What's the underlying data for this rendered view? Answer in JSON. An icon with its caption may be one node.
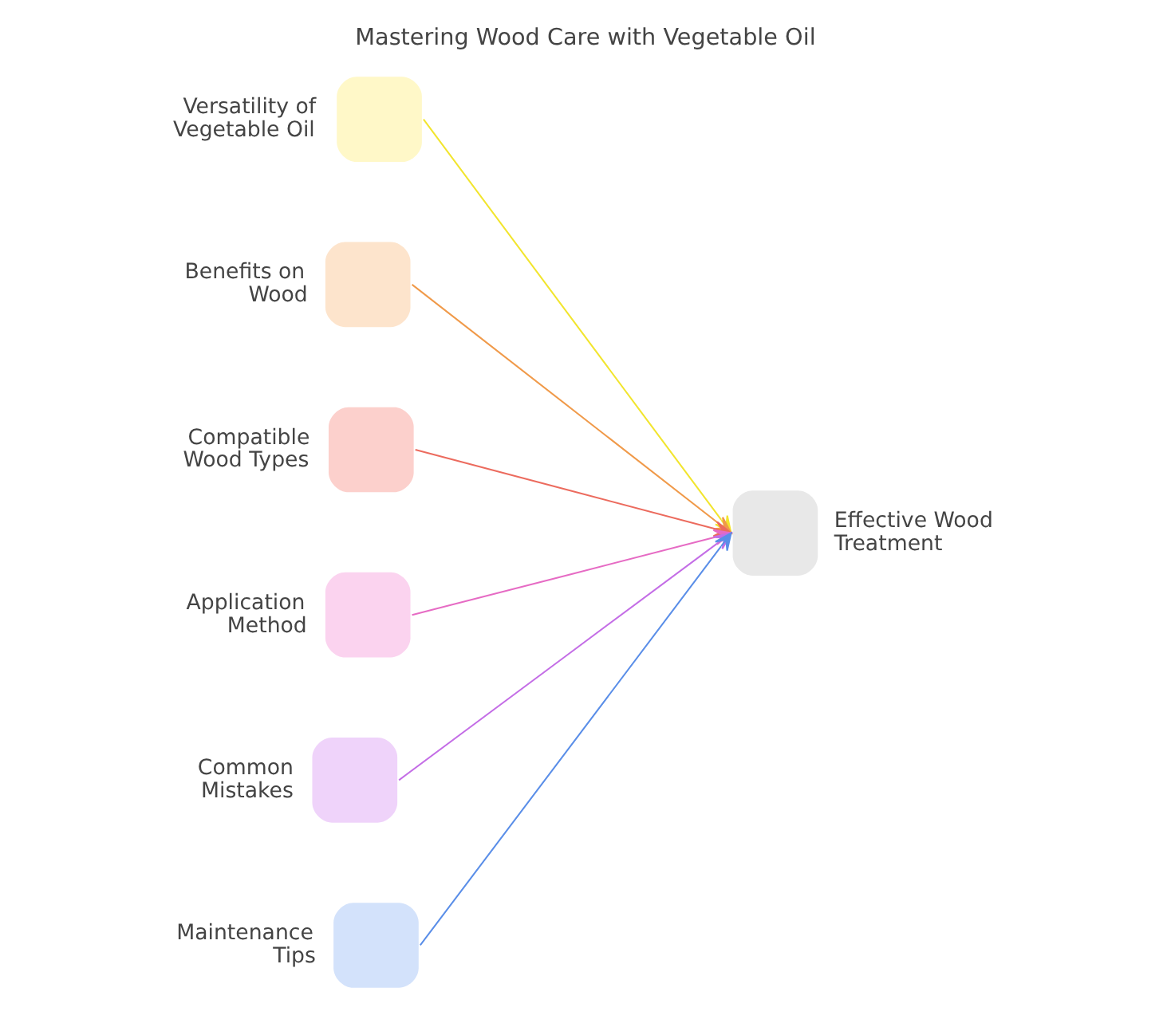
{
  "diagram": {
    "title": "Mastering Wood Care with Vegetable Oil",
    "nodes": [
      {
        "text": [
          "Versatility of Vegetable Oil"
        ]
      },
      {
        "text": [
          "Benefits on Wood"
        ]
      },
      {
        "text": [
          "Compatible Wood Types"
        ]
      },
      {
        "text": [
          "Application Method"
        ]
      },
      {
        "text": [
          "Common Mistakes"
        ]
      },
      {
        "text": [
          "Maintenance Tips"
        ]
      },
      {
        "text": [
          "Effective Wood Treatment"
        ]
      }
    ],
    "edges": [
      {
        "from": 0,
        "to": 6,
        "arrow": "to",
        "color": "#f2e52e"
      },
      {
        "from": 1,
        "to": 6,
        "arrow": "to",
        "color": "#f09a4a"
      },
      {
        "from": 2,
        "to": 6,
        "arrow": "to",
        "color": "#ec6b5e"
      },
      {
        "from": 3,
        "to": 6,
        "arrow": "to",
        "color": "#e66bc4"
      },
      {
        "from": 4,
        "to": 6,
        "arrow": "to",
        "color": "#c46ee6"
      },
      {
        "from": 5,
        "to": 6,
        "arrow": "to",
        "color": "#5a8ee8"
      }
    ]
  }
}
